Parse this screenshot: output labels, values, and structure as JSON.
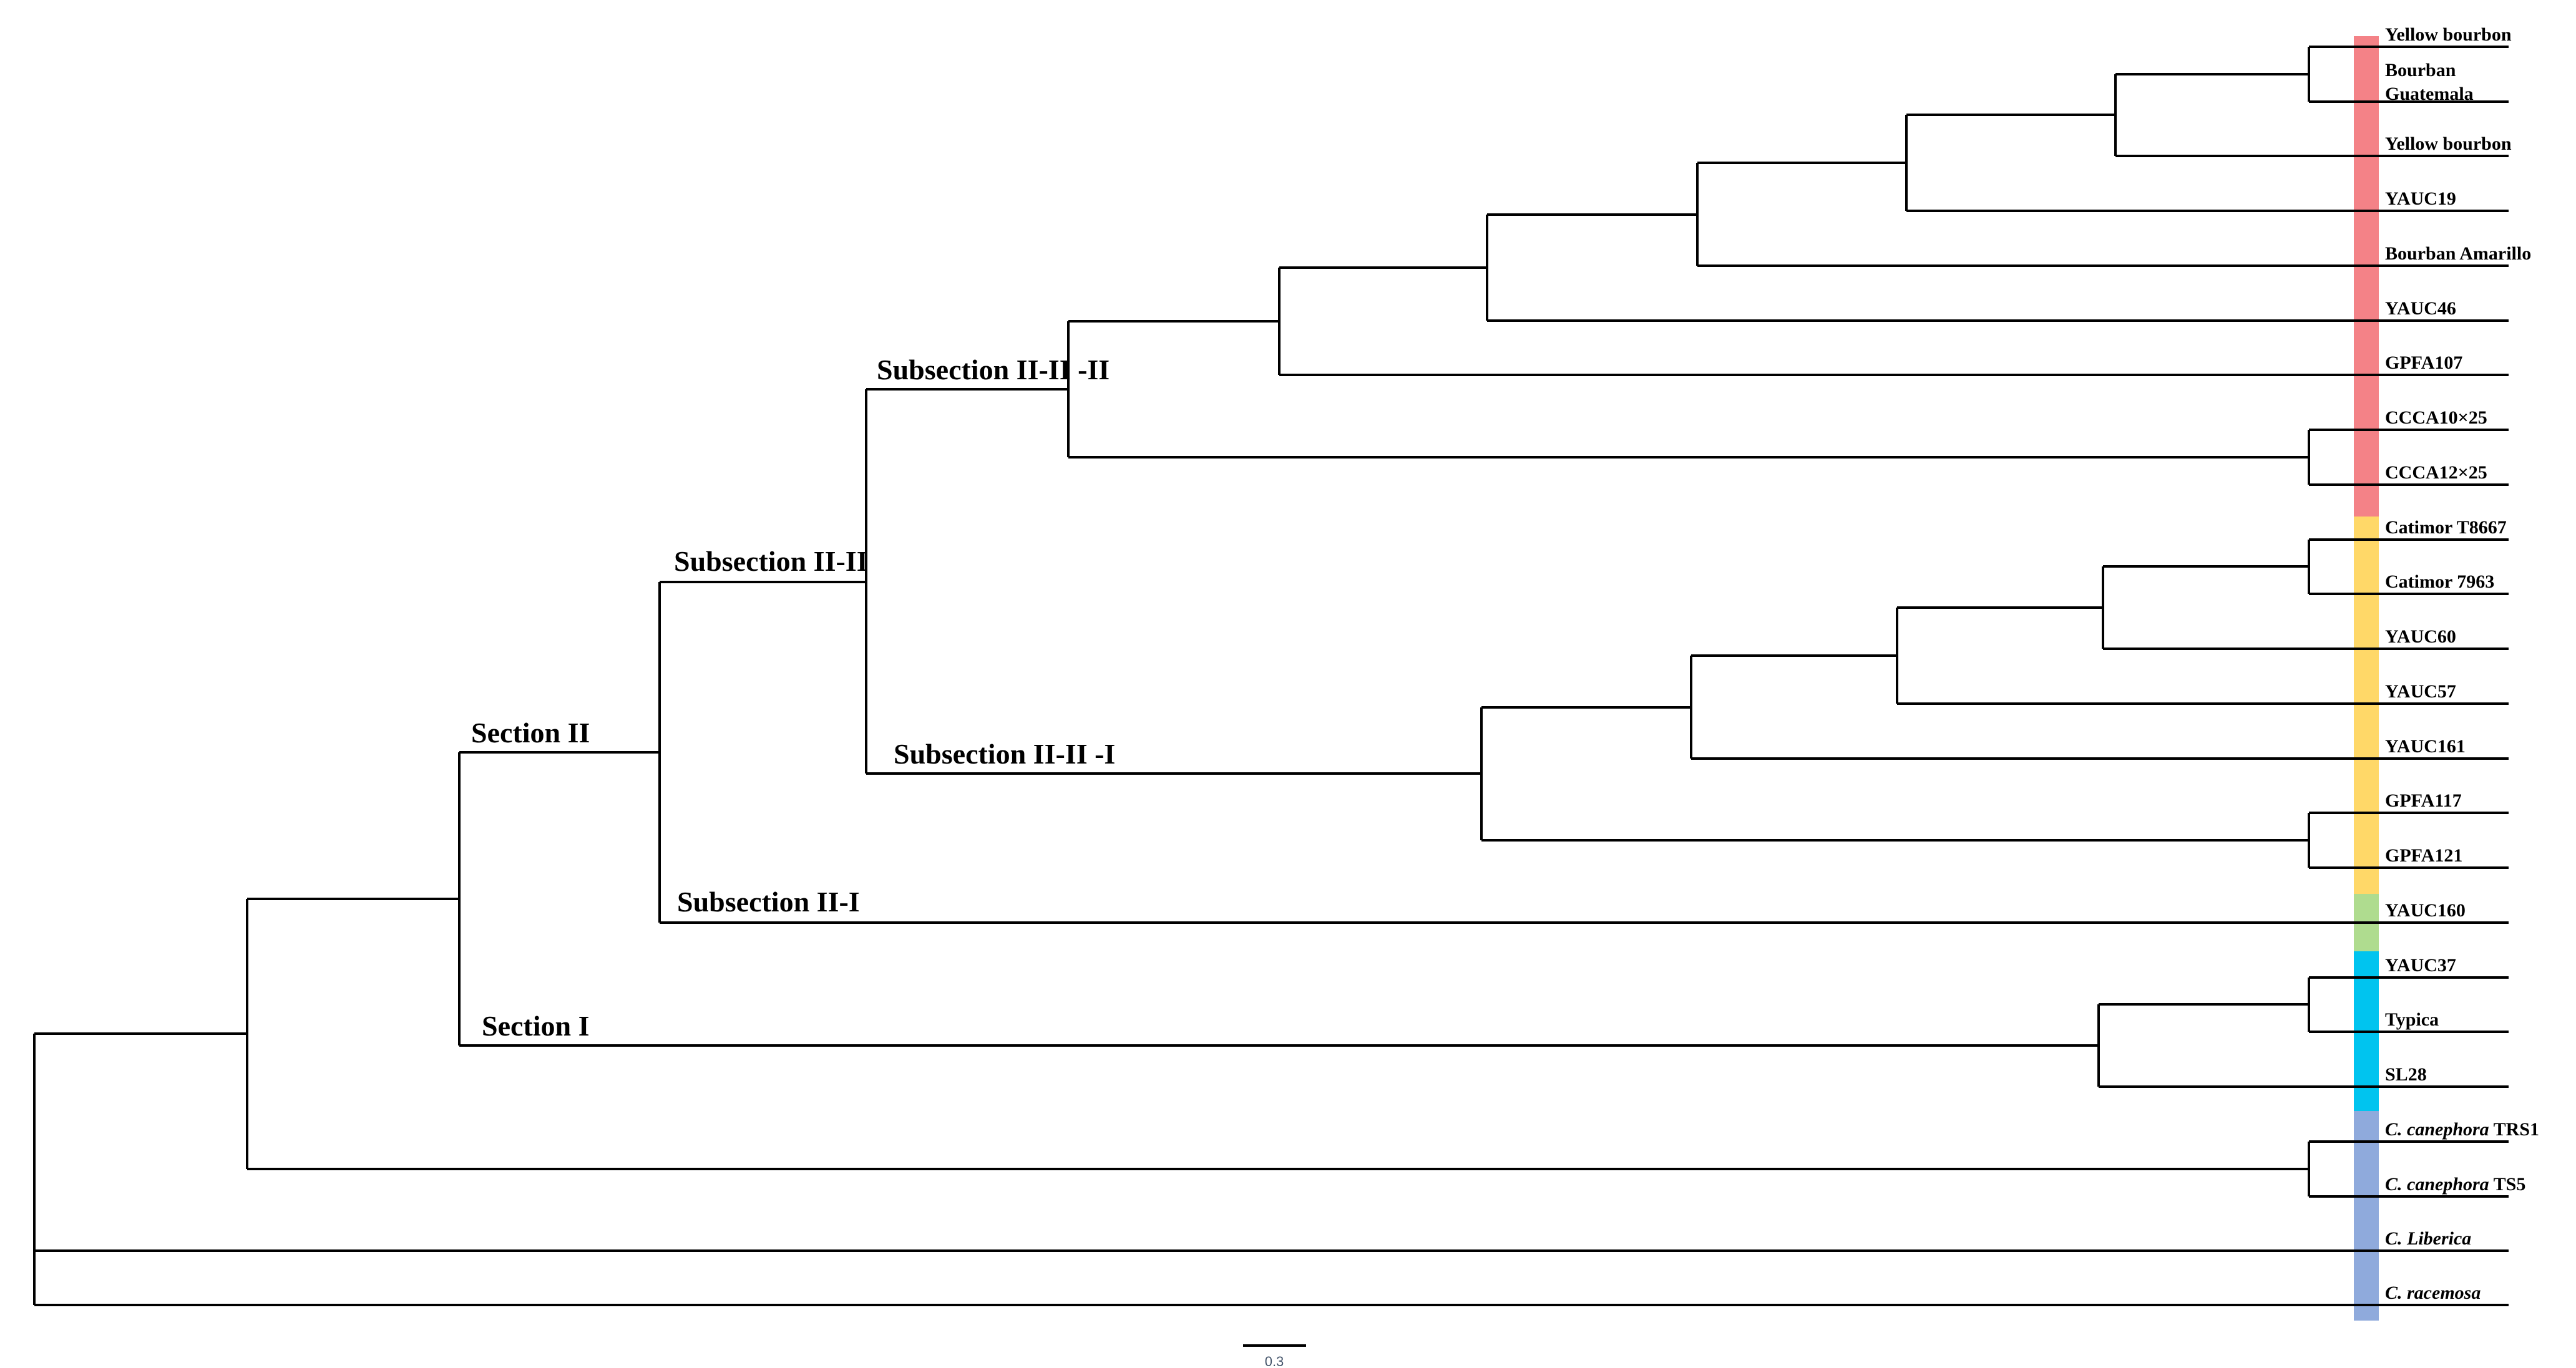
{
  "figure": {
    "description": "Phylogenetic cladogram of Coffea accessions grouped into sections and subsections",
    "newick": "((((((((((((Yellow bourbon,Bourban Guatemala),Yellow bourbon),YAUC19),Bourban Amarillo),YAUC46),GPFA107),(CCCA10×25,CCCA12×25)),(((((Catimor T8667,Catimor 7963),YAUC60),YAUC57),YAUC161),(GPFA117,GPFA121))),YAUC160),((YAUC37,Typica),SL28)),(C. canephora TRS1,C. canephora TS5)),C. Liberica,C. racemosa);"
  },
  "section_labels": {
    "section1": "Section I",
    "section2": "Section II",
    "sub2_1": "Subsection II-I",
    "sub2_2": "Subsection II-II",
    "sub2_2_1": "Subsection II-II -I",
    "sub2_2_2": "Subsection II-II -II"
  },
  "colors": {
    "subsection_2_2_2_bar": "#F48287",
    "subsection_2_2_1_bar": "#FFD868",
    "subsection_2_1_bar": "#AFDC8F",
    "section_1_bar": "#00C4EF",
    "outgroup_bar": "#8FAADC",
    "branch": "#000000"
  },
  "taxa": [
    {
      "name": "Yellow bourbon"
    },
    {
      "name": "Bourban",
      "name2": "Guatemala"
    },
    {
      "name": "Yellow bourbon"
    },
    {
      "name": "YAUC19"
    },
    {
      "name": "Bourban Amarillo"
    },
    {
      "name": "YAUC46"
    },
    {
      "name": "GPFA107"
    },
    {
      "name": "CCCA10×25"
    },
    {
      "name": "CCCA12×25"
    },
    {
      "name": "Catimor T8667"
    },
    {
      "name": "Catimor 7963"
    },
    {
      "name": "YAUC60"
    },
    {
      "name": "YAUC57"
    },
    {
      "name": "YAUC161"
    },
    {
      "name": "GPFA117"
    },
    {
      "name": "GPFA121"
    },
    {
      "name": "YAUC160"
    },
    {
      "name": "YAUC37"
    },
    {
      "name": "Typica"
    },
    {
      "name": "SL28"
    },
    {
      "italic": "C. canephora",
      "code": " TRS1"
    },
    {
      "italic": "C. canephora",
      "code": " TS5"
    },
    {
      "italic": "C. Liberica"
    },
    {
      "italic": "C. racemosa"
    }
  ],
  "scale_bar": {
    "label": "0.3"
  }
}
